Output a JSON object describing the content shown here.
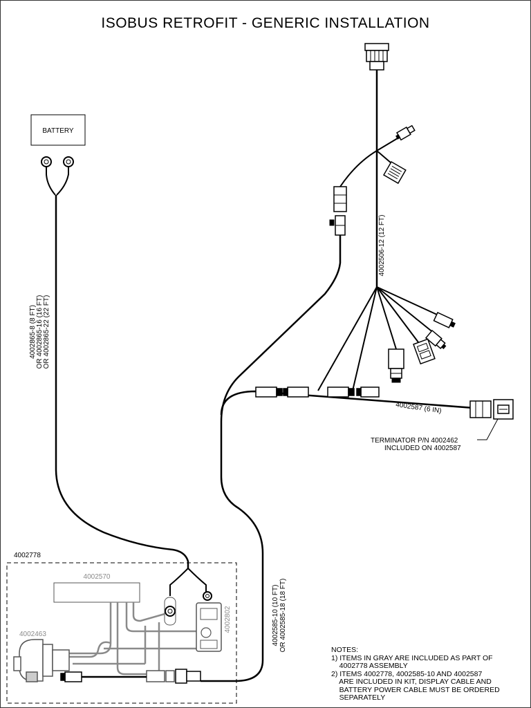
{
  "title": "ISOBUS RETROFIT - GENERIC INSTALLATION",
  "labels": {
    "battery": "BATTERY",
    "battery_cable_1": "4002865-8 (8 FT)",
    "battery_cable_2": "OR 4002865-16 (16 FT)",
    "battery_cable_3": "OR 4002865-22 (22 FT)",
    "main_harness": "4002506-12 (12 FT)",
    "extension": "4002587 (6 IN)",
    "terminator_1": "TERMINATOR P/N 4002462",
    "terminator_2": "INCLUDED ON 4002587",
    "display_cable_1": "4002585-10 (10 FT)",
    "display_cable_2": "OR 4002585-18 (18 FT)",
    "assembly": "4002778",
    "gray_module": "4002570",
    "gray_display": "4002463",
    "gray_relay": "4002802"
  },
  "notes": {
    "heading": "NOTES:",
    "line1": "1) ITEMS IN GRAY ARE INCLUDED AS PART OF",
    "line2": "    4002778 ASSEMBLY",
    "line3": "2) ITEMS 4002778, 4002585-10 AND 4002587",
    "line4": "    ARE INCLUDED IN KIT, DISPLAY CABLE AND",
    "line5": "    BATTERY POWER CABLE MUST BE ORDERED",
    "line6": "    SEPARATELY"
  },
  "colors": {
    "line": "#000000",
    "gray_items": "#8a8a8a"
  }
}
